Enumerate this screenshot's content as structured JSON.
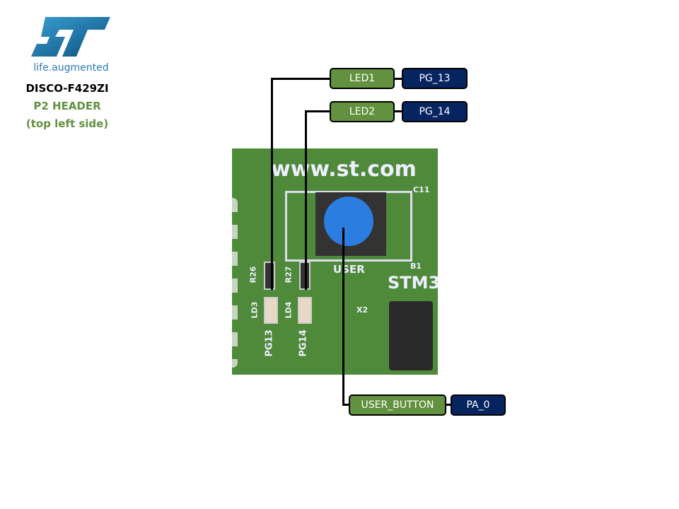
{
  "logo": {
    "brand": "ST",
    "tagline": "life.augmented"
  },
  "board": {
    "name": "DISCO-F429ZI",
    "header": "P2 HEADER",
    "side": "(top left side)"
  },
  "photo_labels": {
    "url": "www.st.com",
    "user": "USER",
    "ld3": "LD3",
    "ld4": "LD4",
    "r26": "R26",
    "r27": "R27",
    "pg13": "PG13",
    "pg14": "PG14",
    "c11": "C11",
    "b1": "B1",
    "x2": "X2",
    "stm": "STM3"
  },
  "pins": [
    {
      "label": "LED1",
      "pin": "PG_13"
    },
    {
      "label": "LED2",
      "pin": "PG_14"
    },
    {
      "label": "USER_BUTTON",
      "pin": "PA_0"
    }
  ],
  "colors": {
    "label_bg": "#62913f",
    "pin_bg": "#06245f",
    "pcb": "#4f8a3a"
  }
}
